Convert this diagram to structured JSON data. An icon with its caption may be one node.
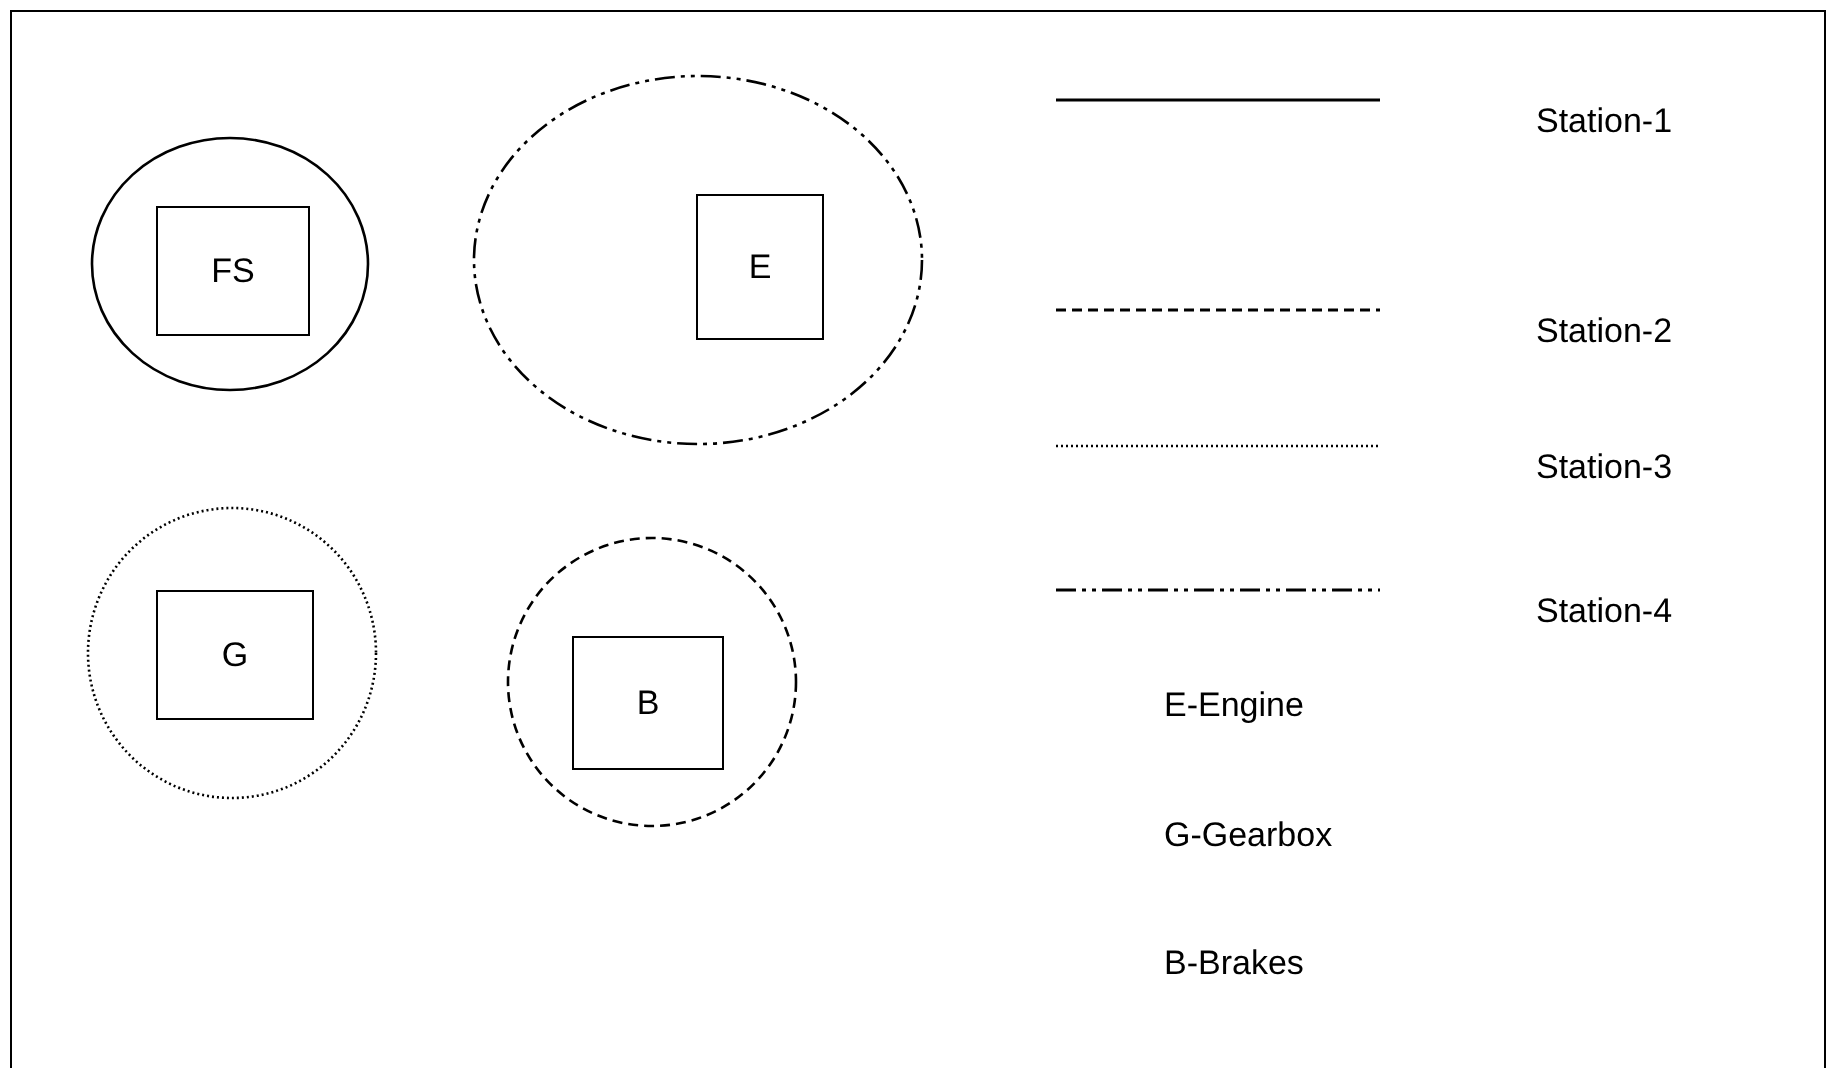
{
  "diagram": {
    "nodes": [
      {
        "text": [],
        "shape": "circle"
      },
      {
        "text": [
          "FS"
        ],
        "in": 0
      },
      {
        "text": [],
        "shape": "circle"
      },
      {
        "text": [
          "E"
        ],
        "in": 2
      },
      {
        "text": [],
        "shape": "circle"
      },
      {
        "text": [
          "G"
        ],
        "in": 4
      },
      {
        "text": [],
        "shape": "circle"
      },
      {
        "text": [
          "B"
        ],
        "in": 6
      }
    ],
    "edges": [],
    "labels": [
      "E-Engine",
      "G-Gearbox",
      "B-Brakes"
    ],
    "legend": [
      {
        "text": "Station-1"
      },
      {
        "text": "Station-2"
      },
      {
        "text": "Station-3"
      },
      {
        "text": "Station-4"
      }
    ]
  }
}
